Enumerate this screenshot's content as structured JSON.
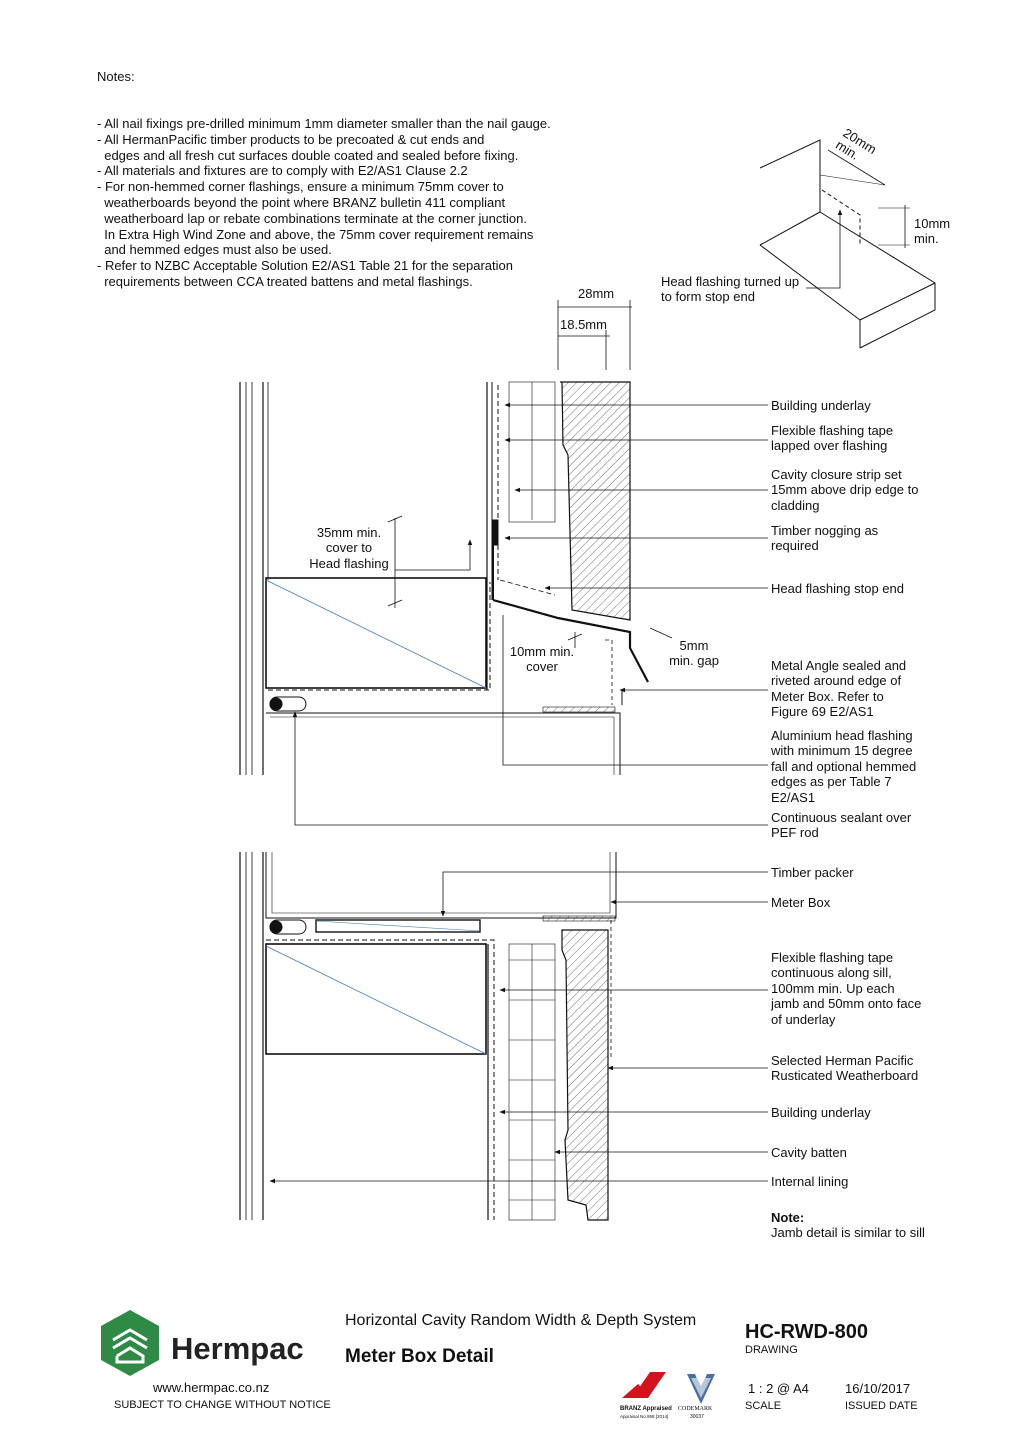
{
  "notes": {
    "heading": "Notes:",
    "lines": [
      "- All nail fixings pre-drilled minimum 1mm diameter smaller than the nail gauge.",
      "- All HermanPacific timber products to be precoated & cut ends and",
      "  edges and all fresh cut surfaces double coated and sealed before fixing.",
      "- All materials and fixtures are to comply with E2/AS1 Clause 2.2",
      "- For non-hemmed corner flashings, ensure a minimum 75mm cover to",
      "  weatherboards beyond the point where BRANZ bulletin 411 compliant",
      "  weatherboard lap or rebate combinations terminate at the corner junction.",
      "  In Extra High Wind Zone and above, the 75mm cover requirement remains",
      "  and hemmed edges must also be used.",
      "- Refer to NZBC Acceptable Solution E2/AS1 Table 21 for the separation",
      "  requirements between CCA treated battens and metal flashings."
    ]
  },
  "isometric": {
    "dim_20": "20mm\nmin.",
    "dim_10": "10mm\nmin.",
    "stop_end_label": "Head flashing turned up\nto form stop end"
  },
  "dims": {
    "d28": "28mm",
    "d185": "18.5mm",
    "cover35": "35mm min.\ncover to\nHead flashing",
    "cover10": "10mm min.\ncover",
    "gap5": "5mm\nmin. gap"
  },
  "callouts_head": [
    "Building underlay",
    "Flexible flashing tape\nlapped over flashing",
    "Cavity closure strip set\n15mm above drip edge to\ncladding",
    "Timber nogging as\nrequired",
    "Head flashing stop end",
    "Metal Angle sealed and\nriveted around edge of\nMeter Box. Refer to\nFigure 69 E2/AS1",
    "Aluminium head flashing\nwith minimum 15 degree\nfall and optional hemmed\nedges as per Table 7\nE2/AS1",
    "Continuous sealant over\nPEF rod"
  ],
  "callouts_sill": [
    "Timber packer",
    "Meter Box",
    "Flexible flashing tape\ncontinuous along sill,\n100mm min. Up each\njamb and 50mm onto face\nof underlay",
    "Selected Herman Pacific\nRusticated Weatherboard",
    "Building underlay",
    "Cavity batten",
    "Internal lining"
  ],
  "note": {
    "heading": "Note:",
    "text": "Jamb detail is similar to sill"
  },
  "title_block": {
    "brand": "Hermpac",
    "website": "www.hermpac.co.nz",
    "disclaimer": "SUBJECT TO CHANGE WITHOUT NOTICE",
    "system": "Horizontal Cavity Random Width & Depth System",
    "title": "Meter Box Detail",
    "code": "HC-RWD-800",
    "code_caption": "DRAWING",
    "scale": "1 : 2 @ A4",
    "scale_caption": "SCALE",
    "date": "16/10/2017",
    "date_caption": "ISSUED DATE",
    "branz_label": "BRANZ Appraised",
    "branz_no": "Appraisal No.958 [2014]",
    "codemark_label": "CODEMARK",
    "codemark_no": "30037"
  },
  "colors": {
    "logo_green": "#2e8a45",
    "hatch_diagonal": "#3a7fc1",
    "branz_red": "#d4141c",
    "codemark_blue": "#4a6fa0"
  }
}
